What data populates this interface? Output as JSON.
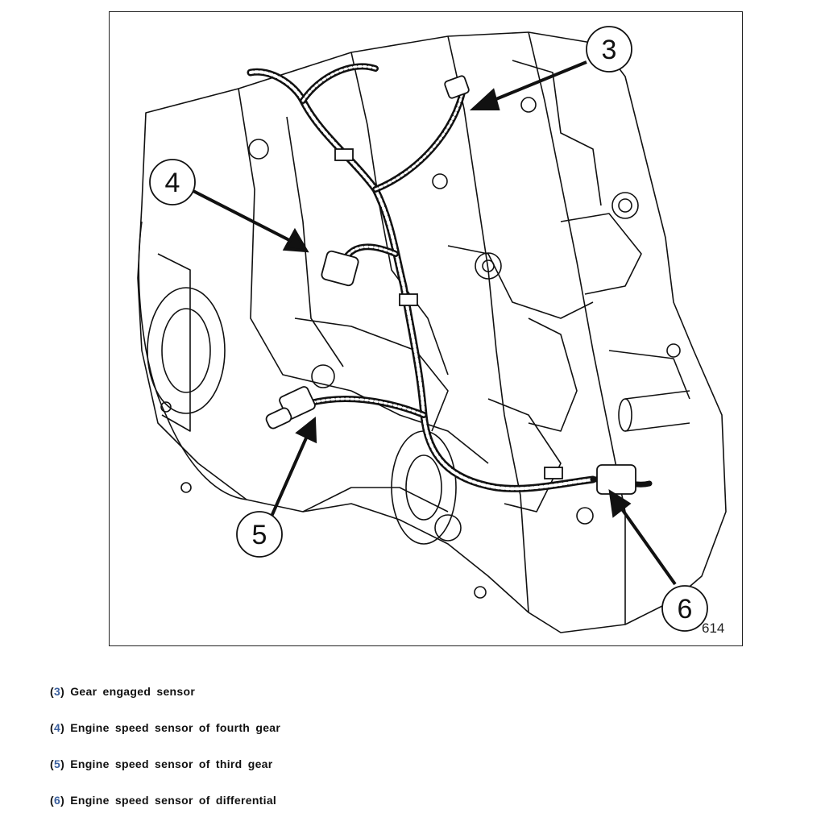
{
  "figure": {
    "id_label": "614",
    "callouts": [
      {
        "num": "3"
      },
      {
        "num": "4"
      },
      {
        "num": "5"
      },
      {
        "num": "6"
      }
    ]
  },
  "legend": [
    {
      "num": "3",
      "text": "Gear engaged sensor"
    },
    {
      "num": "4",
      "text": "Engine speed sensor of fourth gear"
    },
    {
      "num": "5",
      "text": "Engine speed sensor of third gear"
    },
    {
      "num": "6",
      "text": "Engine speed sensor of differential"
    }
  ],
  "colors": {
    "line": "#111111",
    "legend_number": "#3a5f9e"
  }
}
